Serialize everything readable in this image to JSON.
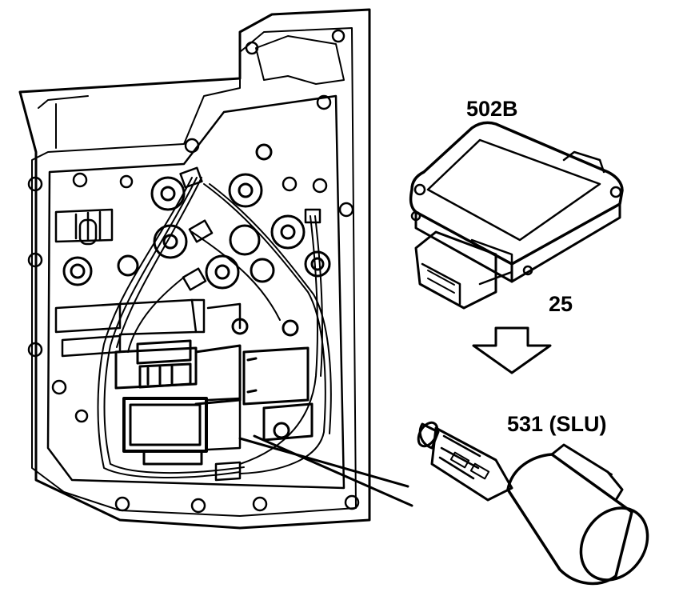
{
  "labels": {
    "part_502b": "502B",
    "part_25": "25",
    "part_531": "531 (SLU)"
  },
  "colors": {
    "line": "#000000",
    "background": "#ffffff"
  }
}
